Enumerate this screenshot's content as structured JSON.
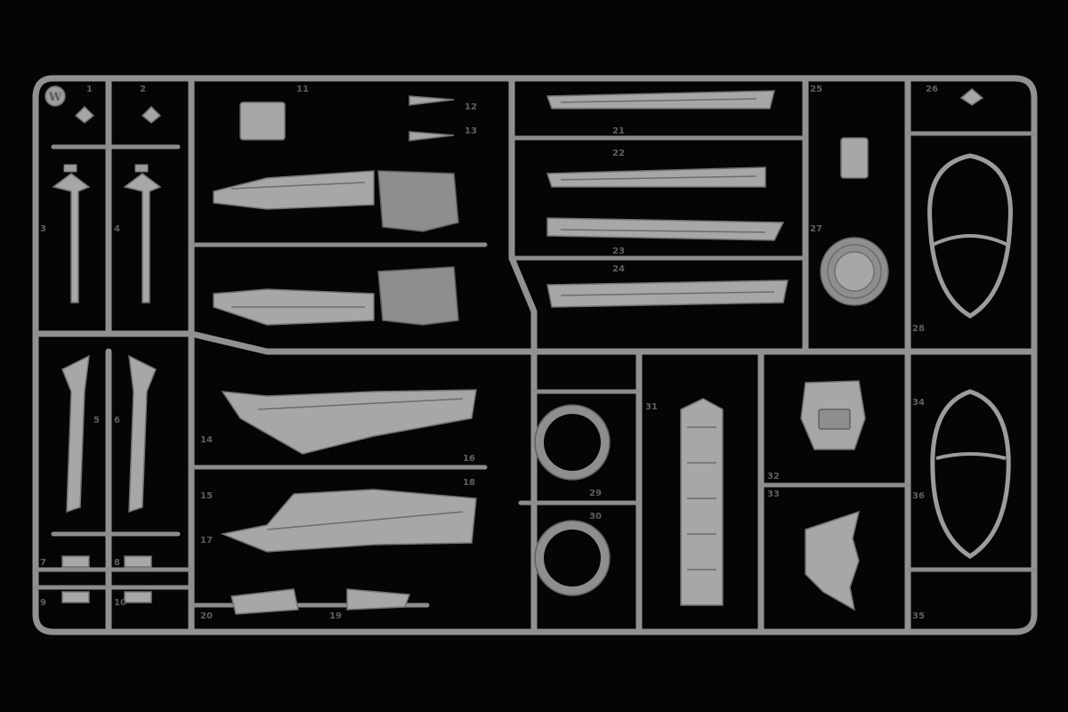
{
  "image": {
    "subject": "plastic model kit sprue",
    "background_color": "#050505",
    "plastic_color": "#a5a7a9",
    "frame_color": "#8f9193"
  },
  "sprue": {
    "logo": "W",
    "part_numbers": [
      "1",
      "2",
      "3",
      "4",
      "5",
      "6",
      "7",
      "8",
      "9",
      "10",
      "11",
      "12",
      "13",
      "14",
      "15",
      "16",
      "17",
      "18",
      "19",
      "20",
      "21",
      "22",
      "23",
      "24",
      "25",
      "26",
      "27",
      "28",
      "29",
      "30",
      "31",
      "32",
      "33",
      "34",
      "35",
      "36"
    ]
  }
}
